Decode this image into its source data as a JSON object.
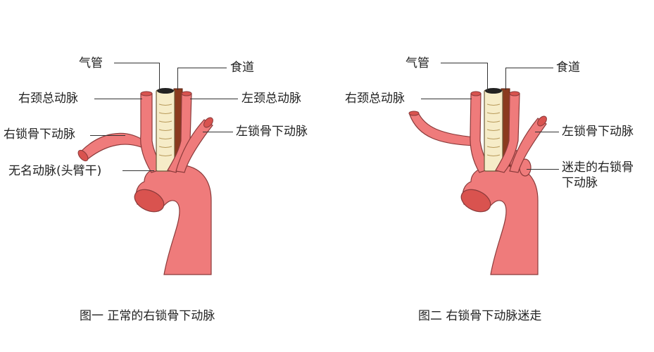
{
  "figures": [
    {
      "id": "normal",
      "caption": "图一 正常的右锁骨下动脉",
      "labels": {
        "trachea": "气管",
        "esophagus": "食道",
        "right_common_carotid": "右颈总动脉",
        "left_common_carotid": "左颈总动脉",
        "right_subclavian": "右锁骨下动脉",
        "left_subclavian": "左锁骨下动脉",
        "brachiocephalic": "无名动脉(头臂干)"
      }
    },
    {
      "id": "aberrant",
      "caption": "图二 右锁骨下动脉迷走",
      "labels": {
        "trachea": "气管",
        "esophagus": "食道",
        "right_common_carotid": "右颈总动脉",
        "left_subclavian": "左锁骨下动脉",
        "aberrant_right_subclavian_line1": "迷走的右锁骨",
        "aberrant_right_subclavian_line2": "下动脉"
      }
    }
  ],
  "colors": {
    "artery": "#ef7b7b",
    "artery_dark": "#d9534f",
    "artery_outline": "#8a3a3a",
    "trachea": "#f6ecc8",
    "esophagus": "#8b3a1e",
    "leader": "#333333"
  }
}
